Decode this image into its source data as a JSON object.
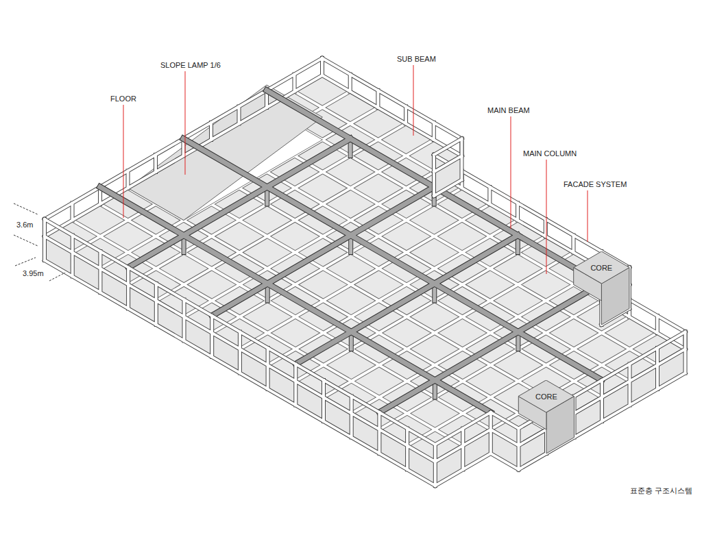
{
  "diagram": {
    "caption": "표준층 구조시스템",
    "nodes": [
      {
        "text": [
          "CORE"
        ]
      },
      {
        "text": [
          "CORE"
        ]
      }
    ],
    "labels": [
      "FLOOR",
      "SLOPE LAMP 1/6",
      "SUB BEAM",
      "MAIN BEAM",
      "MAIN COLUMN",
      "FACADE SYSTEM",
      "3.6m",
      "3.95m"
    ]
  }
}
